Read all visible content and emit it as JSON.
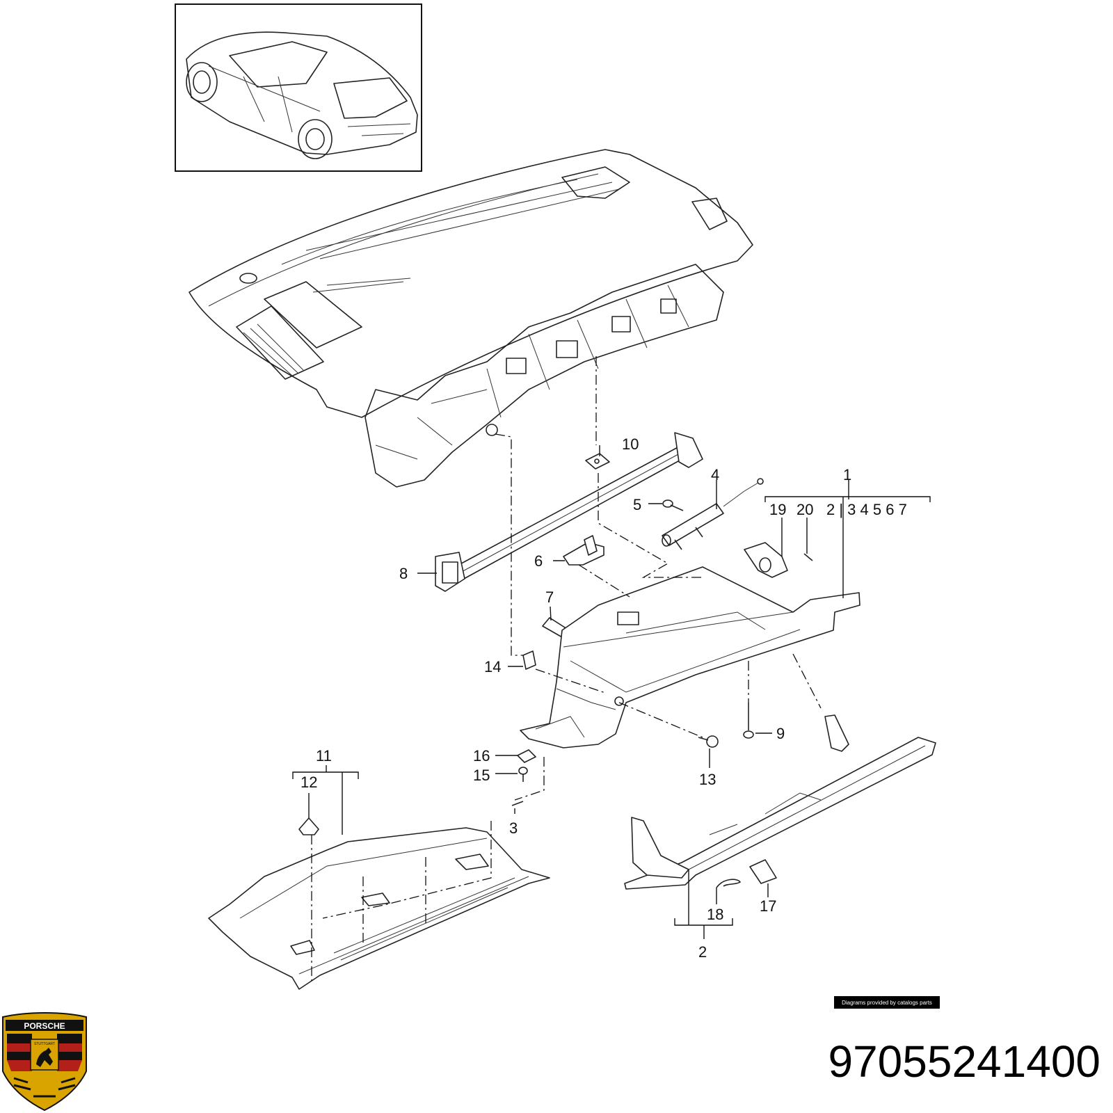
{
  "callouts": [
    {
      "id": "c1",
      "label": "1"
    },
    {
      "id": "c2",
      "label": "2"
    },
    {
      "id": "c3",
      "label": "3"
    },
    {
      "id": "c4",
      "label": "4"
    },
    {
      "id": "c5",
      "label": "5"
    },
    {
      "id": "c6",
      "label": "6"
    },
    {
      "id": "c7",
      "label": "7"
    },
    {
      "id": "c8",
      "label": "8"
    },
    {
      "id": "c9",
      "label": "9"
    },
    {
      "id": "c10",
      "label": "10"
    },
    {
      "id": "c11",
      "label": "11"
    },
    {
      "id": "c12",
      "label": "12"
    },
    {
      "id": "c13",
      "label": "13"
    },
    {
      "id": "c14",
      "label": "14"
    },
    {
      "id": "c15",
      "label": "15"
    },
    {
      "id": "c16",
      "label": "16"
    },
    {
      "id": "c17",
      "label": "17"
    },
    {
      "id": "c18",
      "label": "18"
    },
    {
      "id": "c19",
      "label": "19"
    },
    {
      "id": "c20",
      "label": "20"
    }
  ],
  "group1_items": "2 | 3 4 5 6 7",
  "group1_sub": [
    "19",
    "20"
  ],
  "credit": "Diagrams provided by catalogs parts",
  "part_number": "97055241400",
  "logo": {
    "brand": "PORSCHE",
    "city": "STUTTGART"
  },
  "colors": {
    "ink": "#222222",
    "badge": "#000000",
    "logo_gold": "#d9a400",
    "logo_red": "#b3201a",
    "logo_black": "#111111"
  }
}
